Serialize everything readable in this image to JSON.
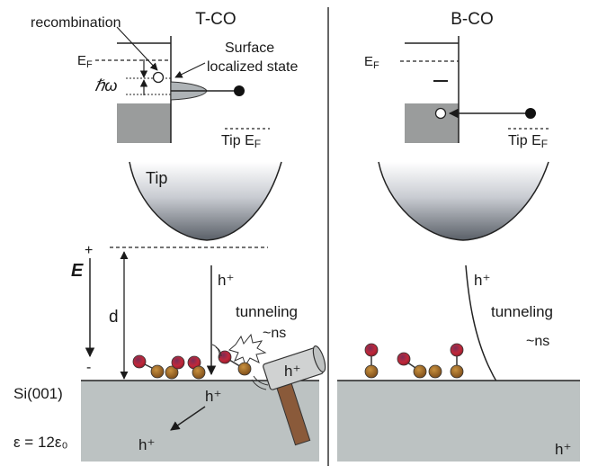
{
  "panels": {
    "left_title": "T-CO",
    "right_title": "B-CO"
  },
  "left_energy": {
    "recombination": "recombination",
    "ef": "E",
    "ef_sub": "F",
    "hbar_omega": "ℏω",
    "surface_line1": "Surface",
    "surface_line2": "localized state",
    "tip_ef": "Tip E",
    "tip_ef_sub": "F"
  },
  "right_energy": {
    "ef": "E",
    "ef_sub": "F",
    "tip_ef": "Tip E",
    "tip_ef_sub": "F"
  },
  "tip": {
    "label": "Tip"
  },
  "field": {
    "plus": "+",
    "minus": "-",
    "e_label": "E",
    "d_label": "d"
  },
  "left_labels": {
    "hole_top": "h⁺",
    "tunneling": "tunneling",
    "ns": "~ns",
    "hole_hammer": "h⁺",
    "hole_sub1": "h⁺",
    "hole_sub2": "h⁺",
    "substrate": "Si(001)",
    "epsilon": "ε = 12ε₀"
  },
  "right_labels": {
    "hole_top": "h⁺",
    "tunneling": "tunneling",
    "ns": "~ns",
    "hole_bottom": "h⁺"
  },
  "colors": {
    "oxygen": "#c0283a",
    "carbon": "#9a6325",
    "substrate": "#bcc2c2",
    "band": "#9a9c9c",
    "hammer": "#8a5a3a"
  }
}
